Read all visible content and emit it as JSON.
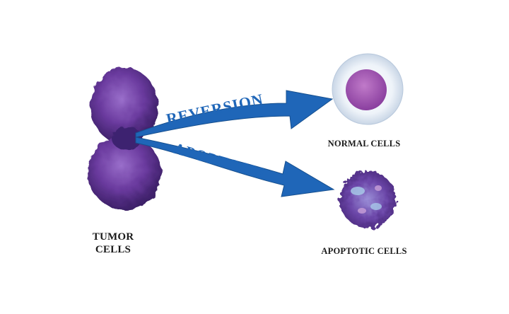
{
  "labels": {
    "tumor_line1": "TUMOR",
    "tumor_line2": "CELLS",
    "normal": "NORMAL CELLS",
    "apoptotic": "APOPTOTIC CELLS",
    "reversion": "REVERSION",
    "apoptosis": "APOPTOSIS"
  },
  "colors": {
    "arrow": "#1f66b8",
    "arrow_dark": "#17508f",
    "cell_purple": "#5a2d8c",
    "cell_light": "#8a5bbd",
    "normal_halo": "#dfe8f3",
    "normal_nucleus": "#9b4fb0",
    "label_text": "#1a1a1a"
  }
}
